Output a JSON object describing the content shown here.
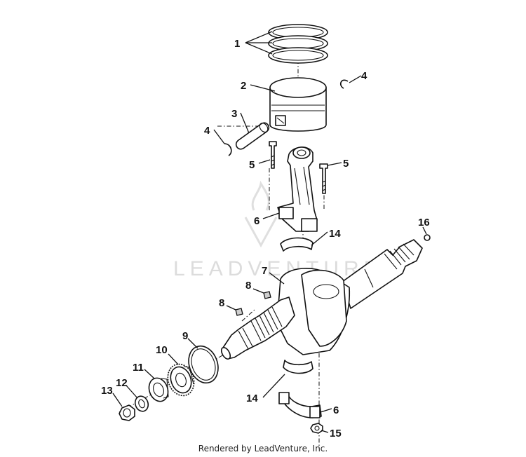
{
  "diagram": {
    "watermark_text": "LEADVENTURE",
    "footer": "Rendered by LeadVenture, Inc.",
    "callouts": [
      {
        "id": "c1",
        "label": "1"
      },
      {
        "id": "c2",
        "label": "2"
      },
      {
        "id": "c3",
        "label": "3"
      },
      {
        "id": "c4a",
        "label": "4"
      },
      {
        "id": "c4b",
        "label": "4"
      },
      {
        "id": "c5a",
        "label": "5"
      },
      {
        "id": "c5b",
        "label": "5"
      },
      {
        "id": "c6a",
        "label": "6"
      },
      {
        "id": "c6b",
        "label": "6"
      },
      {
        "id": "c7",
        "label": "7"
      },
      {
        "id": "c8a",
        "label": "8"
      },
      {
        "id": "c8b",
        "label": "8"
      },
      {
        "id": "c9",
        "label": "9"
      },
      {
        "id": "c10",
        "label": "10"
      },
      {
        "id": "c11",
        "label": "11"
      },
      {
        "id": "c12",
        "label": "12"
      },
      {
        "id": "c13",
        "label": "13"
      },
      {
        "id": "c14a",
        "label": "14"
      },
      {
        "id": "c14b",
        "label": "14"
      },
      {
        "id": "c15",
        "label": "15"
      },
      {
        "id": "c16",
        "label": "16"
      }
    ]
  }
}
